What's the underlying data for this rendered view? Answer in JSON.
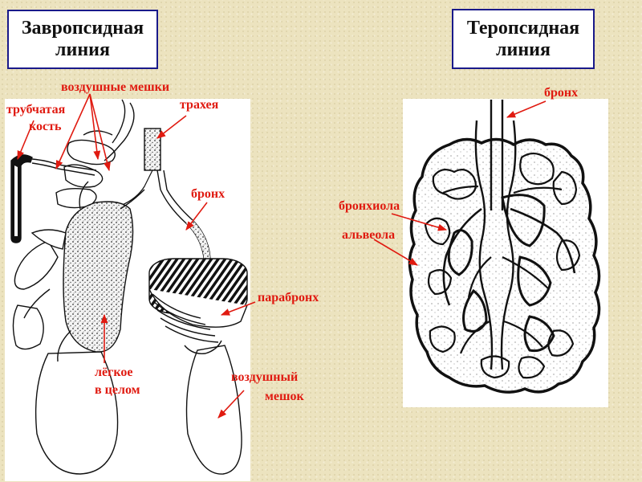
{
  "titles": {
    "left": [
      "Завропсидная",
      "линия"
    ],
    "right": [
      "Теропсидная",
      "линия"
    ]
  },
  "labels": {
    "air_sacs": "воздушные мешки",
    "tubular_bone_1": "трубчатая",
    "tubular_bone_2": "кость",
    "trachea": "трахея",
    "bronchus_left": "бронх",
    "parabronchus": "парабронх",
    "lung_whole_1": "лёгкое",
    "lung_whole_2": "в целом",
    "air_sac_1": "воздушный",
    "air_sac_2": "мешок",
    "bronchus_right": "бронх",
    "bronchiole": "бронхиола",
    "alveolus": "альвеола"
  },
  "colors": {
    "label_red": "#e01a10",
    "title_border": "#1a1a8a",
    "background": "#ece3bf"
  }
}
